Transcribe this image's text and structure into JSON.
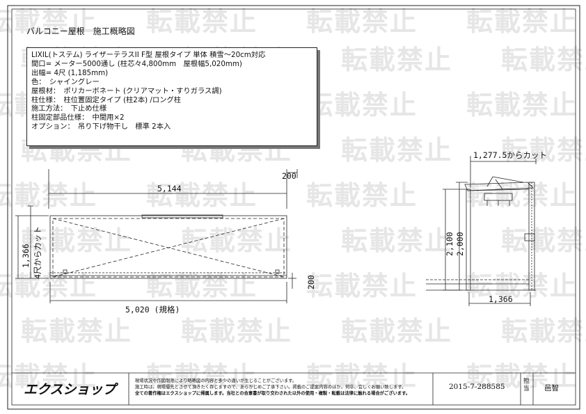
{
  "watermark": "転載禁止",
  "drawing_title": "バルコニー屋根　施工概略図",
  "spec_lines": [
    "LIXIL(トステム) ライザーテラスII F型 屋根タイプ 単体 積雪～20cm対応",
    "間口= メーター5000通し (柱芯々4,800mm　屋根幅5,020mm)",
    "出幅= 4尺 (1,185mm)",
    "色：　シャイングレー",
    "屋根材：　ポリカーボネート (クリアマット・すりガラス調)",
    "柱仕様：　柱位置固定タイプ (柱2本) /ロング柱",
    "施工方法：　下止め仕様",
    "柱固定部品仕様：　中間用×2",
    "オプション：　吊り下げ物干し　標準 2本入"
  ],
  "front_view": {
    "top_offset": "200",
    "top_width": "5,144",
    "depth": "1,366",
    "depth_cut_note": "4尺からカット",
    "bottom_offset": "200",
    "bottom_width": "5,020 (規格)"
  },
  "side_view": {
    "cut_note": "1,277.5からカット",
    "height_1": "2,100",
    "height_2": "2,000",
    "depth": "1,366"
  },
  "footer": {
    "logo": "エクスショップ",
    "notes": [
      "現場状況や作図制限により略略図の内容と多少の違いが生じることがございます。",
      "施工時は、現場優先とさせて頂きたく存じますので、あらかじめご了承下さい。掲載のご提案内容のほか、何卒、宜しくお願い致します。",
      "全ての著作権はエクスショップに帰属します。当社との合意書が取り交わされた以外の使用・複製・転載は法律に触れる場合がございます。"
    ],
    "document_number": "2015-7-288585",
    "tanto_label": "担当",
    "person": "邑智"
  }
}
